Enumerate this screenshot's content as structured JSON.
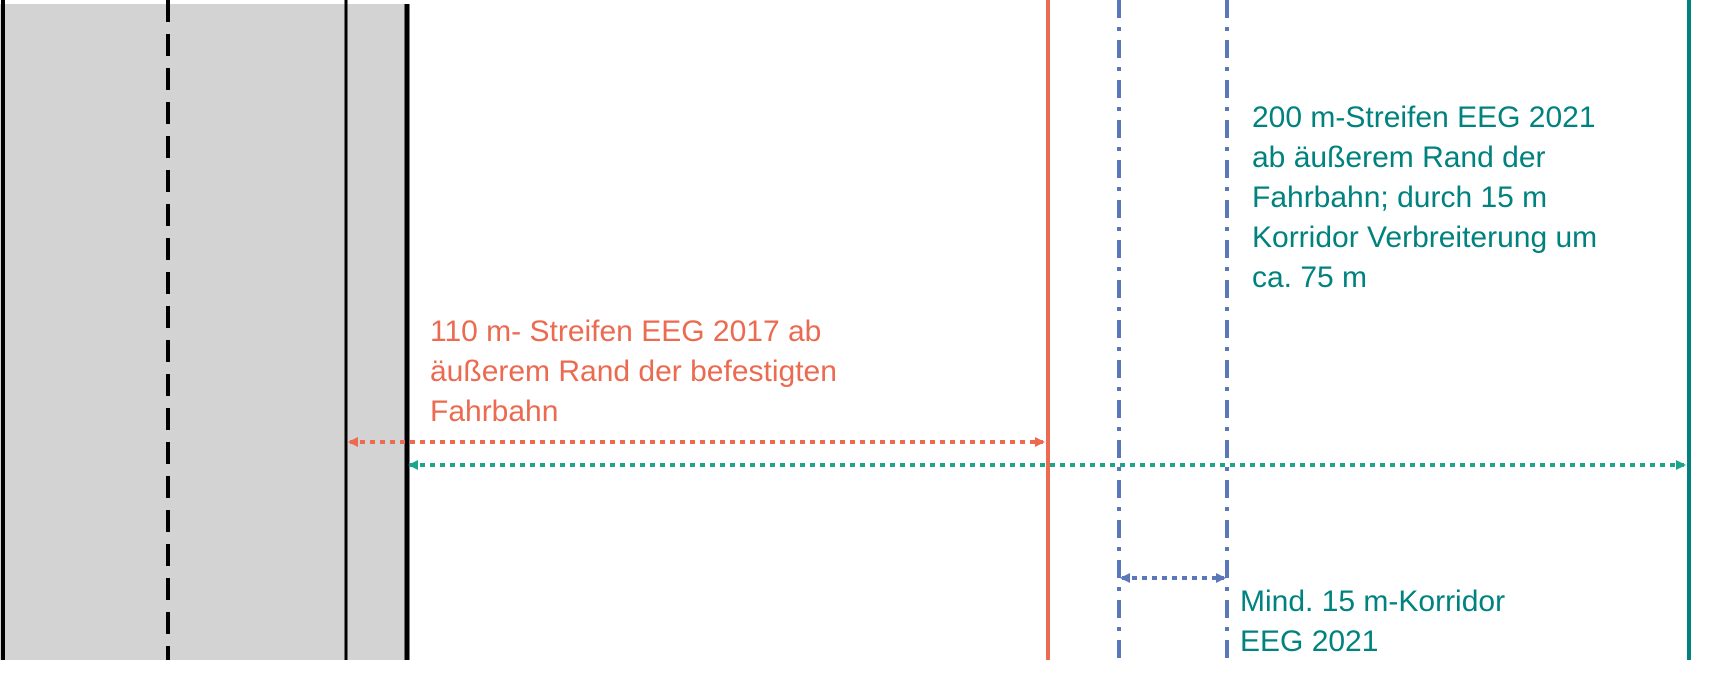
{
  "colors": {
    "road_fill": "#d3d3d3",
    "road_lines": "#000000",
    "eeg2017": "#ec6a50",
    "eeg2021_text": "#00827f",
    "eeg2021_arrow": "#1aa58c",
    "corridor": "#5a77b9"
  },
  "labels": {
    "strip_110": [
      "110 m- Streifen EEG 2017 ab",
      "äußerem Rand der befestigten",
      "Fahrbahn"
    ],
    "strip_200": [
      "200 m-Streifen EEG 2021",
      "ab äußerem Rand der",
      "Fahrbahn; durch 15 m",
      "Korridor Verbreiterung um",
      "ca. 75 m"
    ],
    "corridor_15": [
      "Mind. 15 m-Korridor",
      "EEG 2021"
    ]
  }
}
